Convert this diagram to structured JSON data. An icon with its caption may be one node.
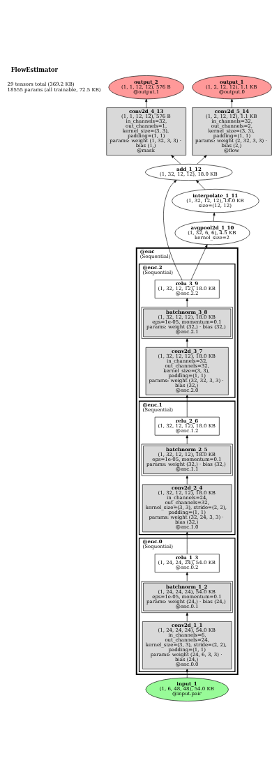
{
  "diagram": {
    "title": "FlowEstimator",
    "nodes": [
      {
        "text": [
          "output_2",
          "(1, 1, 12, 12), 576 B",
          "@output.1"
        ]
      },
      {
        "text": [
          "output_1",
          "(1, 2, 12, 12), 1.1 KB",
          "@output.0"
        ]
      },
      {
        "text": [
          "conv2d_4_13",
          "(1, 1, 12, 12), 576 B",
          "in_channels=32, out_channels=1, kernel_size=(3, 3), padding=(1, 1)",
          "params: weight (1, 32, 3, 3) · bias (1,)",
          "@mask"
        ]
      },
      {
        "text": [
          "conv2d_5_14",
          "(1, 2, 12, 12), 1.1 KB",
          "in_channels=32, out_channels=2, kernel_size=(3, 3), padding=(1, 1)",
          "params: weight (2, 32, 3, 3) · bias (2,)",
          "@flow"
        ]
      },
      {
        "text": [
          "add_1_12",
          "(1, 32, 12, 12), 18.0 KB"
        ]
      },
      {
        "text": [
          "interpolate_1_11",
          "(1, 32, 12, 12), 18.0 KB",
          "size=(12, 12)"
        ]
      },
      {
        "text": [
          "avgpool2d_1_10",
          "(1, 32, 6, 6), 4.5 KB",
          "kernel_size=2"
        ]
      },
      {
        "text": [
          "@enc",
          "(Sequential)"
        ]
      },
      {
        "text": [
          "@enc.2",
          "(Sequential)"
        ],
        "in": 7
      },
      {
        "text": [
          "relu_3_9",
          "(1, 32, 12, 12), 18.0 KB",
          "@enc.2.2"
        ],
        "in": 8
      },
      {
        "text": [
          "batchnorm_3_8",
          "(1, 32, 12, 12), 18.0 KB",
          "eps=1e-05, momentum=0.1",
          "params: weight (32,) · bias (32,)",
          "@enc.2.1"
        ],
        "in": 8
      },
      {
        "text": [
          "conv2d_3_7",
          "(1, 32, 12, 12), 18.0 KB",
          "in_channels=32, out_channels=32, kernel_size=(3, 3), padding=(1, 1)",
          "params: weight (32, 32, 3, 3) · bias (32,)",
          "@enc.2.0"
        ],
        "in": 8
      },
      {
        "text": [
          "@enc.1",
          "(Sequential)"
        ],
        "in": 7
      },
      {
        "text": [
          "relu_2_6",
          "(1, 32, 12, 12), 18.0 KB",
          "@enc.1.2"
        ],
        "in": 12
      },
      {
        "text": [
          "batchnorm_2_5",
          "(1, 32, 12, 12), 18.0 KB",
          "eps=1e-05, momentum=0.1",
          "params: weight (32,) · bias (32,)",
          "@enc.1.1"
        ],
        "in": 12
      },
      {
        "text": [
          "conv2d_2_4",
          "(1, 32, 12, 12), 18.0 KB",
          "in_channels=24, out_channels=32, kernel_size=(3, 3), stride=(2, 2), padding=(1, 1)",
          "params: weight (32, 24, 3, 3) · bias (32,)",
          "@enc.1.0"
        ],
        "in": 12
      },
      {
        "text": [
          "@enc.0",
          "(Sequential)"
        ],
        "in": 7
      },
      {
        "text": [
          "relu_1_3",
          "(1, 24, 24, 24), 54.0 KB",
          "@enc.0.2"
        ],
        "in": 16
      },
      {
        "text": [
          "batchnorm_1_2",
          "(1, 24, 24, 24), 54.0 KB",
          "eps=1e-05, momentum=0.1",
          "params: weight (24,) · bias (24,)",
          "@enc.0.1"
        ],
        "in": 16
      },
      {
        "text": [
          "conv2d_1_1",
          "(1, 24, 24, 24), 54.0 KB",
          "in_channels=6, out_channels=24, kernel_size=(3, 3), stride=(2, 2), padding=(1, 1)",
          "params: weight (24, 6, 3, 3) · bias (24,)",
          "@enc.0.0"
        ],
        "in": 16
      },
      {
        "text": [
          "input_1",
          "(1, 6, 48, 48), 54.0 KB",
          "@input.pair"
        ]
      }
    ],
    "edges": [
      {
        "from": 20,
        "to": 19,
        "arrow": "to"
      },
      {
        "from": 19,
        "to": 18,
        "arrow": "to"
      },
      {
        "from": 18,
        "to": 17,
        "arrow": "to"
      },
      {
        "from": 17,
        "to": 15,
        "arrow": "to"
      },
      {
        "from": 15,
        "to": 14,
        "arrow": "to"
      },
      {
        "from": 14,
        "to": 13,
        "arrow": "to"
      },
      {
        "from": 13,
        "to": 11,
        "arrow": "to"
      },
      {
        "from": 11,
        "to": 10,
        "arrow": "to"
      },
      {
        "from": 10,
        "to": 9,
        "arrow": "to"
      },
      {
        "from": 9,
        "to": 6,
        "arrow": "to"
      },
      {
        "from": 9,
        "to": 4,
        "arrow": "to"
      },
      {
        "from": 6,
        "to": 5,
        "arrow": "to"
      },
      {
        "from": 5,
        "to": 4,
        "arrow": "to"
      },
      {
        "from": 4,
        "to": 2,
        "arrow": "to"
      },
      {
        "from": 4,
        "to": 3,
        "arrow": "to"
      },
      {
        "from": 2,
        "to": 0,
        "arrow": "to"
      },
      {
        "from": 3,
        "to": 1,
        "arrow": "to"
      }
    ],
    "labels": [
      "29 tensors total (369.2 KB)",
      "18555 params (all trainable, 72.5 KB)"
    ]
  }
}
